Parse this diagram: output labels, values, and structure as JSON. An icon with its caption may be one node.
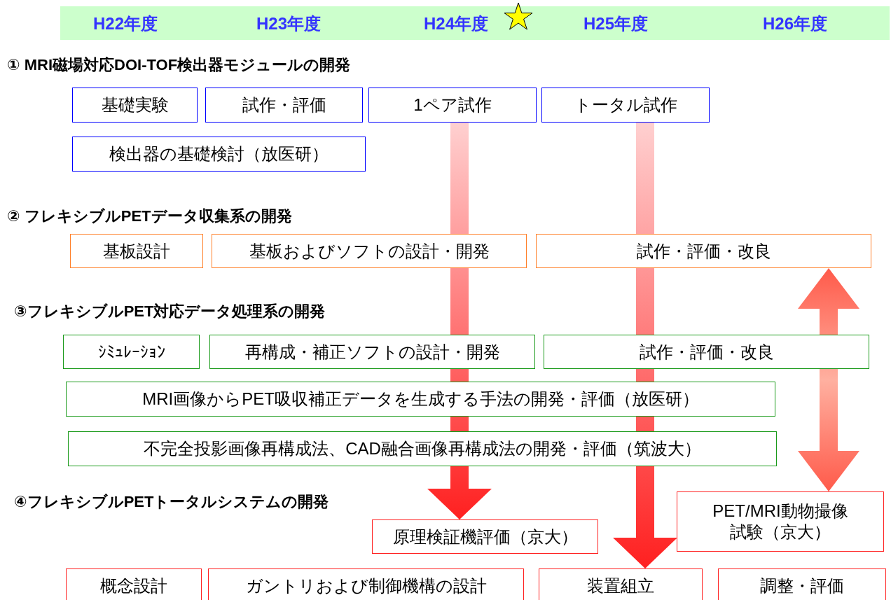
{
  "diagram": {
    "nodes": [
      {
        "text": [
          "基礎実験"
        ]
      },
      {
        "text": [
          "試作・評価"
        ]
      },
      {
        "text": [
          "1ペア試作"
        ]
      },
      {
        "text": [
          "トータル試作"
        ]
      },
      {
        "text": [
          "検出器の基礎検討（放医研）"
        ]
      },
      {
        "text": [
          "基板設計"
        ]
      },
      {
        "text": [
          "基板およびソフトの設計・開発"
        ]
      },
      {
        "text": [
          "試作・評価・改良"
        ]
      },
      {
        "text": [
          "ｼﾐｭﾚｰｼｮﾝ"
        ]
      },
      {
        "text": [
          "再構成・補正ソフトの設計・開発"
        ]
      },
      {
        "text": [
          "試作・評価・改良"
        ]
      },
      {
        "text": [
          "MRI画像からPET吸収補正データを生成する手法の開発・評価（放医研）"
        ]
      },
      {
        "text": [
          "不完全投影画像再構成法、CAD融合画像再構成法の開発・評価（筑波大）"
        ]
      },
      {
        "text": [
          "原理検証機評価（京大）"
        ]
      },
      {
        "text": [
          "PET/MRI動物撮像試験（京大）"
        ]
      },
      {
        "text": [
          "概念設計"
        ]
      },
      {
        "text": [
          "ガントリおよび制御機構の設計"
        ]
      },
      {
        "text": [
          "装置組立"
        ]
      },
      {
        "text": [
          "調整・評価"
        ]
      }
    ],
    "edges": [
      {
        "from": 2,
        "to": 13,
        "arrow": "to",
        "style": "thick",
        "color": "#ff2020"
      },
      {
        "from": 3,
        "to": 17,
        "arrow": "to",
        "style": "thick",
        "color": "#ff2020"
      },
      {
        "from": 7,
        "to": 14,
        "arrow": "both",
        "style": "thick",
        "color": "#ff5a4a"
      }
    ],
    "labels": [
      "H22年度",
      "H23年度",
      "H24年度",
      "H25年度",
      "H26年度",
      "①  MRI磁場対応DOI-TOF検出器モジュールの開発",
      "② フレキシブルPETデータ収集系の開発",
      "③フレキシブルPET対応データ処理系の開発",
      "④フレキシブルPETトータルシステムの開発"
    ]
  }
}
